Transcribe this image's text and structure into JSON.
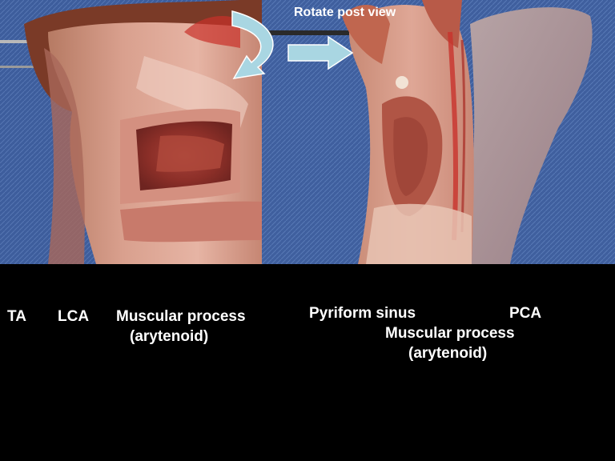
{
  "header": {
    "annotation": "Rotate post view"
  },
  "labels": {
    "left_view": {
      "ta": "TA",
      "lca": "LCA",
      "muscular_process_line1": "Muscular process",
      "muscular_process_line2": "(arytenoid)"
    },
    "right_view": {
      "pyriform_sinus": "Pyriform sinus",
      "pca": "PCA",
      "muscular_process_line1": "Muscular process",
      "muscular_process_line2": "(arytenoid)"
    }
  },
  "icons": {
    "rotate_arrow": "curved-rotate-arrow-icon",
    "right_arrow": "right-arrow-icon"
  },
  "colors": {
    "background": "#000000",
    "drape_blue": "#3f5f9e",
    "tissue": "#c98a78",
    "arrow_fill": "#a9d6e2",
    "text": "#ffffff"
  }
}
